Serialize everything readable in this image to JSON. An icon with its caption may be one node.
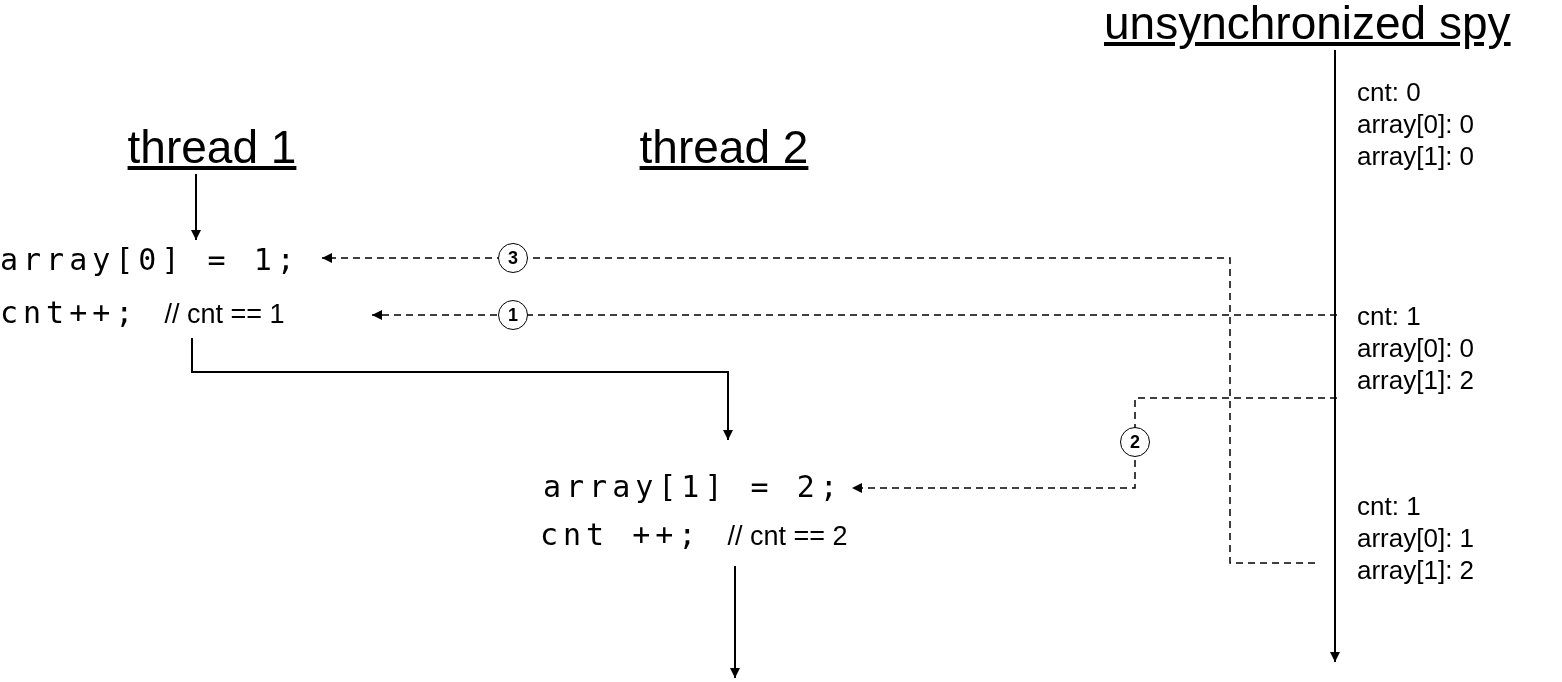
{
  "diagram": {
    "nodes": [
      {
        "text": [
          "thread 1"
        ]
      },
      {
        "text": [
          "thread 2"
        ]
      },
      {
        "text": [
          "unsynchronized spy"
        ]
      },
      {
        "text": [
          "array[0] = 1;"
        ]
      },
      {
        "text": [
          "cnt++;",
          "// cnt == 1"
        ]
      },
      {
        "text": [
          "array[1] = 2;"
        ]
      },
      {
        "text": [
          "cnt ++;",
          "// cnt == 2"
        ]
      },
      {
        "text": [
          "cnt: 0",
          "array[0]: 0",
          "array[1]: 0"
        ]
      },
      {
        "text": [
          "cnt: 1",
          "array[0]: 0",
          "array[1]: 2"
        ]
      },
      {
        "text": [
          "cnt: 1",
          "array[0]: 1",
          "array[1]: 2"
        ]
      }
    ],
    "edges": [
      {
        "from": 0,
        "to": 3,
        "arrow": "to"
      },
      {
        "from": 4,
        "to": 5,
        "arrow": "to"
      },
      {
        "from": 6,
        "to": null,
        "arrow": "to"
      },
      {
        "from": 2,
        "to": null,
        "arrow": "to"
      },
      {
        "from": 8,
        "to": 4,
        "arrow": "to",
        "label": "1",
        "style": "dashed"
      },
      {
        "from": 8,
        "to": 5,
        "arrow": "to",
        "label": "2",
        "style": "dashed"
      },
      {
        "from": 9,
        "to": 3,
        "arrow": "to",
        "label": "3",
        "style": "dashed"
      }
    ]
  }
}
